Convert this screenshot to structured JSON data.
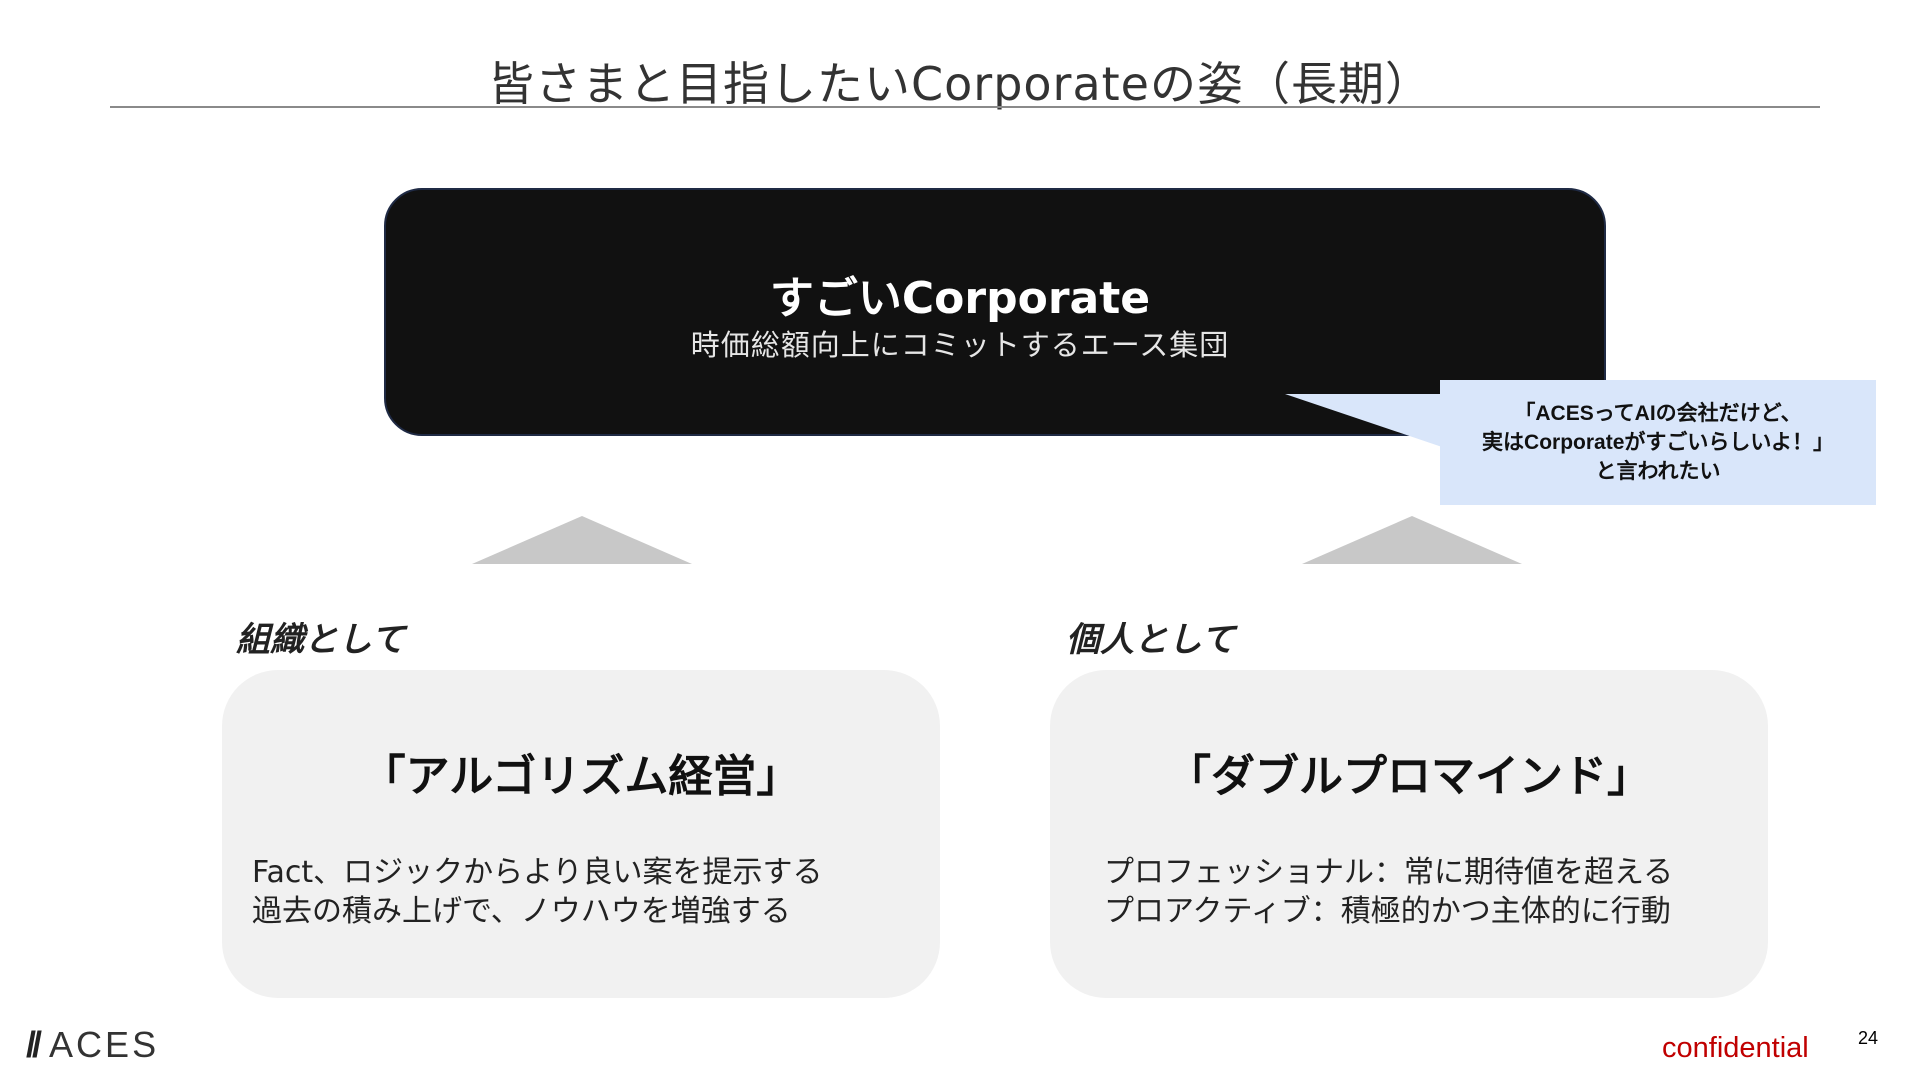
{
  "slide": {
    "title": "皆さまと目指したいCorporateの姿（長期）",
    "hero": {
      "title": "すごいCorporate",
      "subtitle": "時価総額向上にコミットするエース集団"
    },
    "callout": {
      "line1": "「ACESってAIの会社だけど、",
      "line2": "実はCorporateがすごいらしいよ！」",
      "line3": "と言われたい"
    },
    "sections": [
      {
        "label": "組織として",
        "card_title": "「アルゴリズム経営」",
        "body_line1": "Fact、ロジックからより良い案を提示する",
        "body_line2": "過去の積み上げで、ノウハウを増強する"
      },
      {
        "label": "個人として",
        "card_title": "「ダブルプロマインド」",
        "body_line1": "プロフェッショナル：常に期待値を超える",
        "body_line2": "プロアクティブ：積極的かつ主体的に行動"
      }
    ],
    "footer": {
      "logo_mark": "/",
      "logo_text": "ACES",
      "confidential": "confidential",
      "page_number": "24"
    },
    "colors": {
      "hero_bg": "#111111",
      "callout_bg": "#d9e6fa",
      "card_bg": "#f1f1f1",
      "arrow": "#c8c8c8",
      "confidential": "#c00000"
    },
    "icons": [
      "up-arrow-triangle-icon",
      "speech-bubble-tail-icon"
    ]
  }
}
